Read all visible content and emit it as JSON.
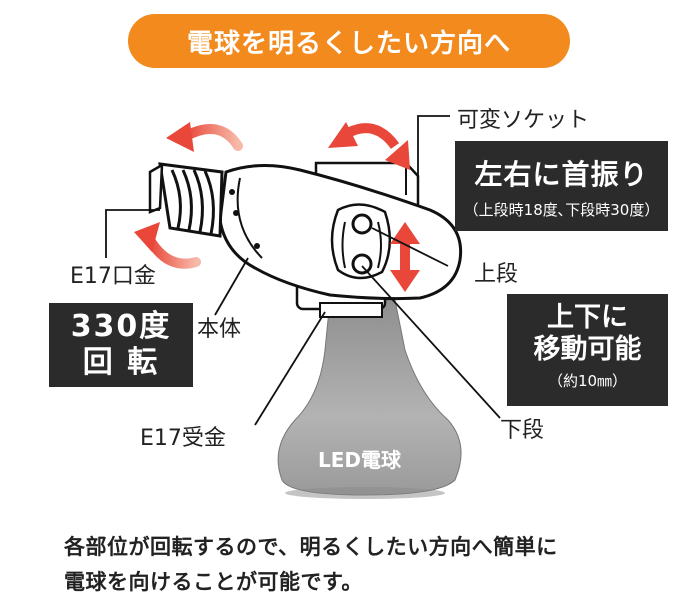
{
  "title": "電球を明るくしたい方向へ",
  "labels": {
    "socket": "可変ソケット",
    "base_cap": "E17口金",
    "body": "本体",
    "upper": "上段",
    "lower": "下段",
    "receiver": "E17受金",
    "bulb": "LED電球"
  },
  "boxes": {
    "left_right": {
      "main": "左右に首振り",
      "note": "（上段時18度､下段時30度）"
    },
    "up_down": {
      "main_1": "上下に",
      "main_2": "移動可能",
      "note": "（約10㎜）"
    },
    "rotate": {
      "main_1": "330度",
      "main_2": "回 転"
    }
  },
  "footer": {
    "line_1": "各部位が回転するので、明るくしたい方向へ簡単に",
    "line_2": "電球を向けることが可能です。"
  },
  "colors": {
    "accent_orange": "#f28a1e",
    "arrow_red": "#e8473a",
    "box_dark": "#2b2b2b",
    "bulb_gray": "#a9a9a9"
  }
}
